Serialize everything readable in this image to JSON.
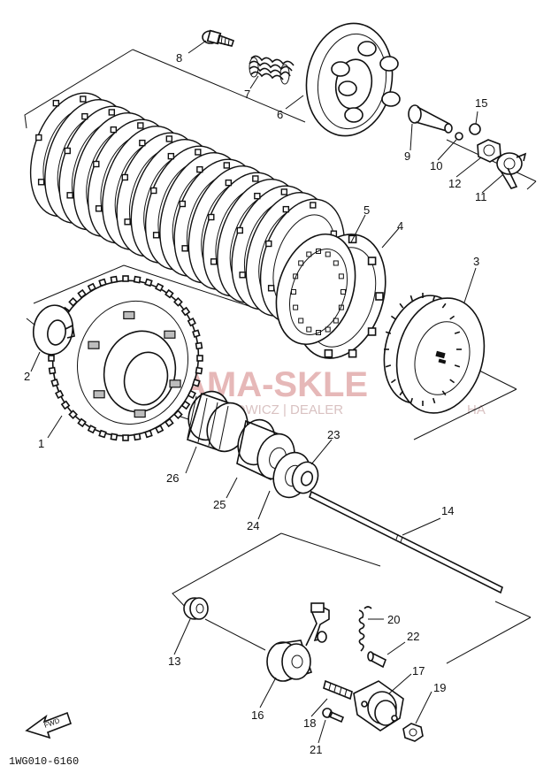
{
  "diagram_code": "1WG010-6160",
  "fwd_label": "FWD",
  "watermark": {
    "main": "AMA-SKLE",
    "sub": "HOWICZ | DEALER",
    "sub_tail": "HA"
  },
  "callouts": [
    {
      "id": "1",
      "text": "1"
    },
    {
      "id": "2",
      "text": "2"
    },
    {
      "id": "3",
      "text": "3"
    },
    {
      "id": "4",
      "text": "4"
    },
    {
      "id": "5",
      "text": "5"
    },
    {
      "id": "6",
      "text": "6"
    },
    {
      "id": "7",
      "text": "7"
    },
    {
      "id": "8",
      "text": "8"
    },
    {
      "id": "9",
      "text": "9"
    },
    {
      "id": "10",
      "text": "10"
    },
    {
      "id": "11",
      "text": "11"
    },
    {
      "id": "12",
      "text": "12"
    },
    {
      "id": "13",
      "text": "13"
    },
    {
      "id": "14",
      "text": "14"
    },
    {
      "id": "15",
      "text": "15"
    },
    {
      "id": "16",
      "text": "16"
    },
    {
      "id": "17",
      "text": "17"
    },
    {
      "id": "18",
      "text": "18"
    },
    {
      "id": "19",
      "text": "19"
    },
    {
      "id": "20",
      "text": "20"
    },
    {
      "id": "21",
      "text": "21"
    },
    {
      "id": "22",
      "text": "22"
    },
    {
      "id": "23",
      "text": "23"
    },
    {
      "id": "24",
      "text": "24"
    },
    {
      "id": "25",
      "text": "25"
    },
    {
      "id": "26",
      "text": "26"
    }
  ]
}
